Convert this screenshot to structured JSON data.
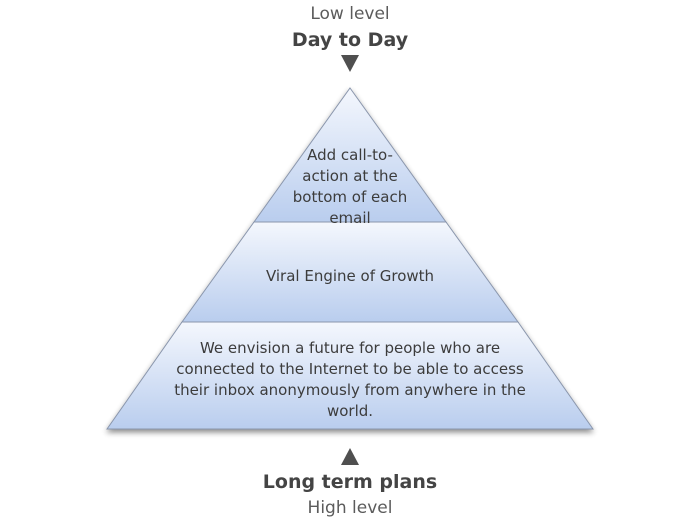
{
  "top": {
    "sublabel": "Low level",
    "title": "Day to Day"
  },
  "bottom": {
    "title": "Long term plans",
    "sublabel": "High level"
  },
  "pyramid": {
    "layers": [
      {
        "text": "Add call-to-action at the bottom of each email"
      },
      {
        "text": "Viral Engine of Growth"
      },
      {
        "text": "We envision a future for people who are connected to the Internet to be able to access their inbox anonymously from anywhere in the world."
      }
    ]
  },
  "colors": {
    "fill_light": "#f4f7fd",
    "fill_dark": "#b9cdee",
    "outline": "#8a96ac",
    "arrow": "#4f4f4f"
  }
}
